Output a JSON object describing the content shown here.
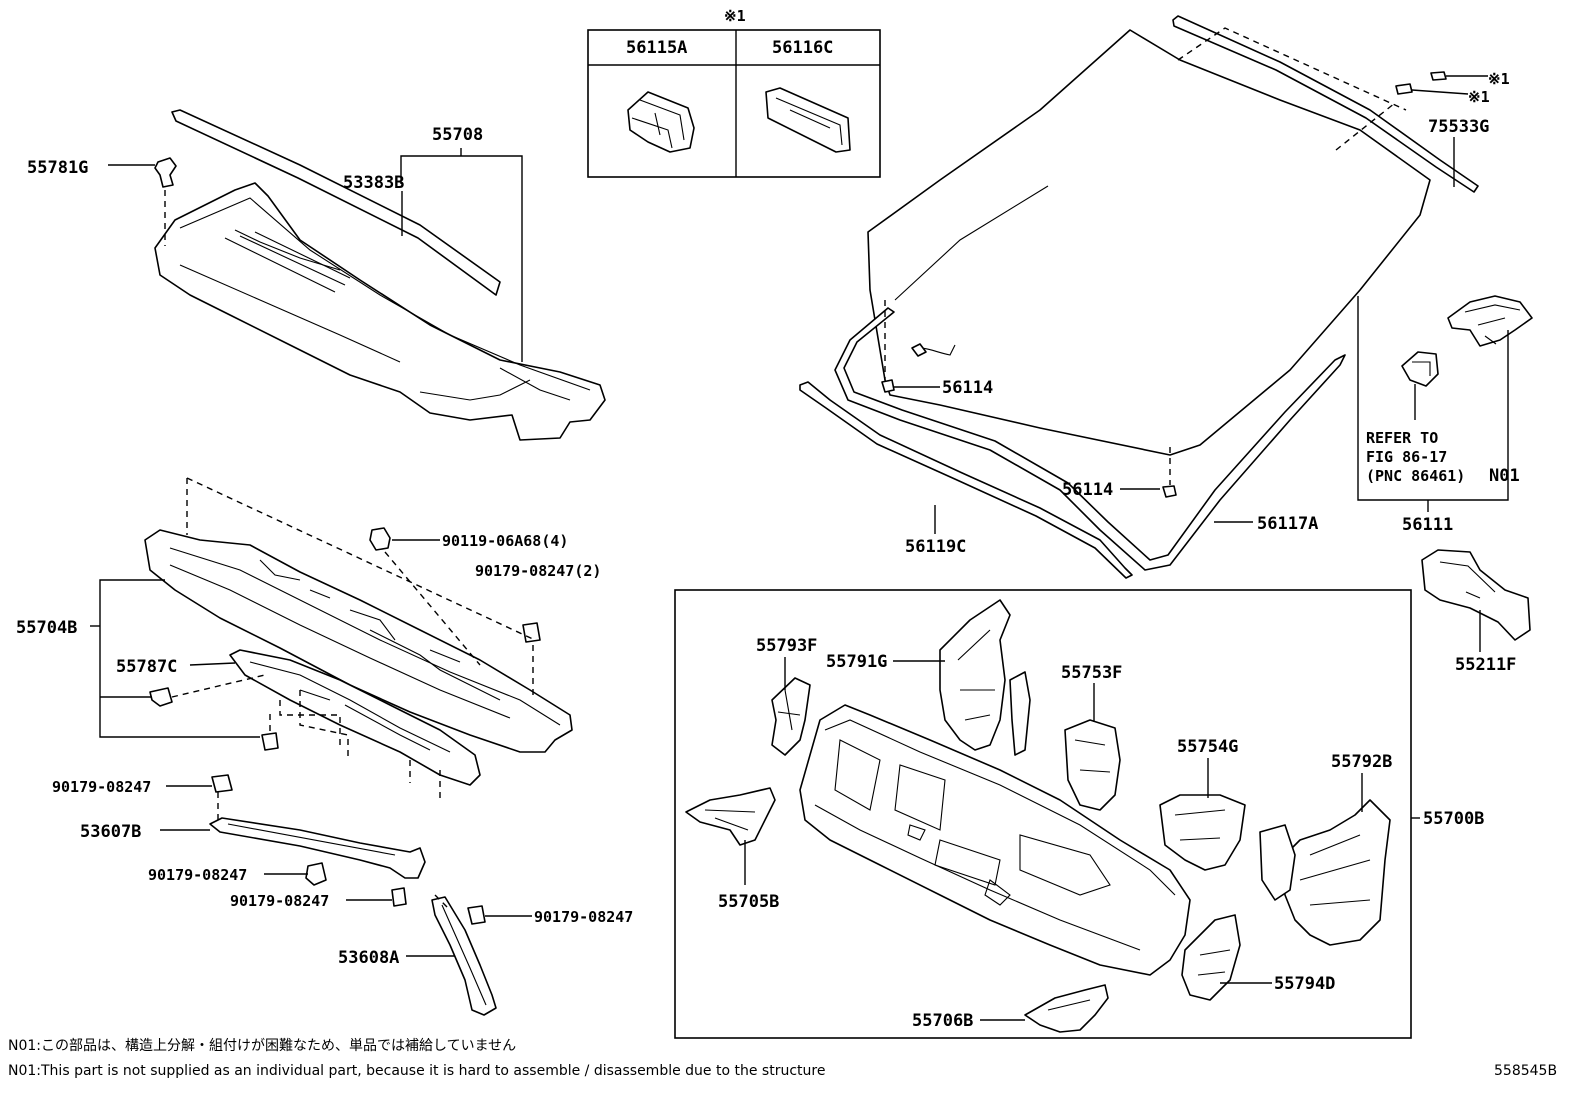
{
  "labels": {
    "p55781G": "55781G",
    "p55708": "55708",
    "p53383B": "53383B",
    "p56115A": "56115A",
    "p56116C": "56116C",
    "ref1_top": "※1",
    "ref1_a": "※1",
    "ref1_b": "※1",
    "p75533G": "75533G",
    "p56114_a": "56114",
    "p56114_b": "56114",
    "refer_1": "REFER TO",
    "refer_2": "FIG 86-17",
    "refer_3": "(PNC 86461)",
    "n01": "N01",
    "p56119C": "56119C",
    "p56117A": "56117A",
    "p56111": "56111",
    "p55211F": "55211F",
    "p90119": "90119-06A68(4)",
    "p90179_2": "90179-08247(2)",
    "p55704B": "55704B",
    "p55787C": "55787C",
    "p90179_a": "90179-08247",
    "p53607B": "53607B",
    "p90179_b": "90179-08247",
    "p90179_c": "90179-08247",
    "p90179_d": "90179-08247",
    "p53608A": "53608A",
    "p55793F": "55793F",
    "p55791G": "55791G",
    "p55753F": "55753F",
    "p55754G": "55754G",
    "p55792B": "55792B",
    "p55700B": "55700B",
    "p55705B": "55705B",
    "p55794D": "55794D",
    "p55706B": "55706B"
  },
  "footer": {
    "note_jp": "N01:この部品は、構造上分解・組付けが困難なため、単品では補給していません",
    "note_en": "N01:This part is not supplied as an individual part, because it is hard to assemble / disassemble due to the structure",
    "figure_id": "558545B"
  }
}
